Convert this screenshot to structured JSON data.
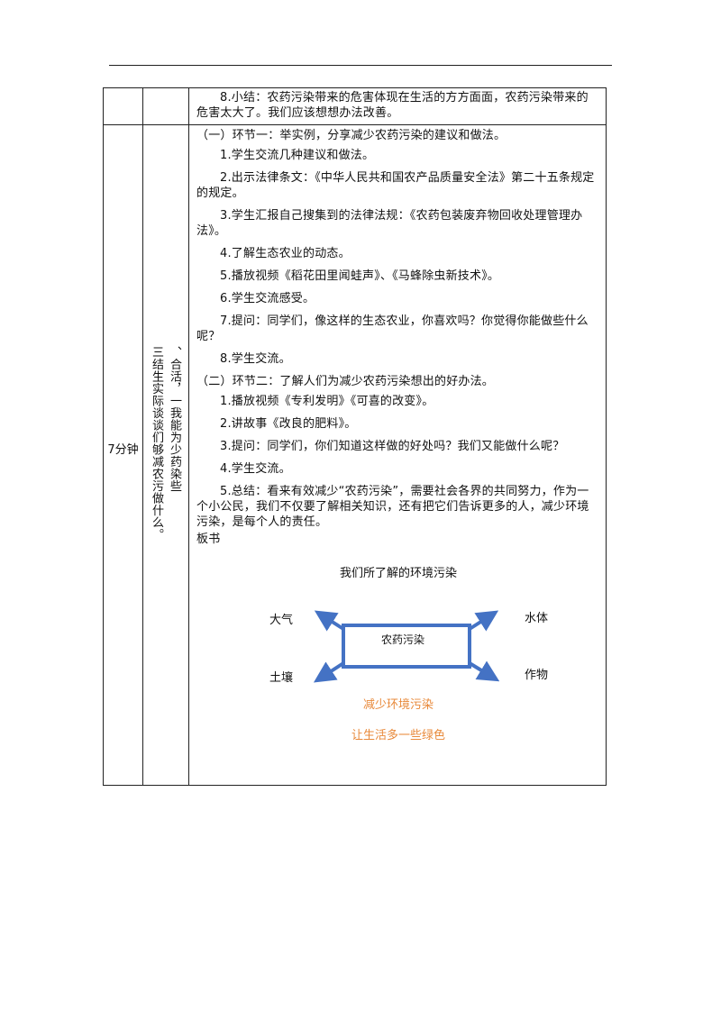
{
  "row1": {
    "text": "8.小结：农药污染带来的危害体现在生活的方方面面，农药污染带来的危害太大了。我们应该想想办法改善。"
  },
  "row2": {
    "time": "7分钟",
    "section_col1": "三、结合生活实际，谈一谈我们能够为减少农药污染做些什么。",
    "section_part_a": "三结生实际谈谈们够减农污做什么。",
    "section_part_b": "、合活，一我能为少药染些",
    "steps": [
      "（一）环节一：举实例，分享减少农药污染的建议和做法。",
      "1.学生交流几种建议和做法。",
      "2.出示法律条文：《中华人民共和国农产品质量安全法》第二十五条规定的规定。",
      "3.学生汇报自己搜集到的法律法规：《农药包装废弃物回收处理管理办法》。",
      "4.了解生态农业的动态。",
      "5.播放视频《稻花田里闻蛙声》、《马蜂除虫新技术》。",
      "6.学生交流感受。",
      "7.提问：同学们，像这样的生态农业，你喜欢吗？你觉得你能做些什么呢？",
      "8.学生交流。",
      "（二）环节二：了解人们为减少农药污染想出的好办法。",
      "1.播放视频《专利发明》《可喜的改变》。",
      "2.讲故事《改良的肥料》。",
      "3.提问：同学们，你们知道这样做的好处吗？我们又能做什么呢？",
      "4.学生交流。",
      "5.总结：看来有效减少“农药污染”，需要社会各界的共同努力，作为一个小公民，我们不仅要了解相关知识，还有把它们告诉更多的人，减少环境污染，是每个人的责任。"
    ],
    "board_label": "板书"
  },
  "diagram": {
    "title": "我们所了解的环境污染",
    "center": "农药污染",
    "top_left": "大气",
    "top_right": "水体",
    "bottom_left": "土壤",
    "bottom_right": "作物",
    "slogan1": "减少环境污染",
    "slogan2": "让生活多一些绿色",
    "colors": {
      "arrow": "#4472C4",
      "slogan": "#E8893A"
    }
  }
}
